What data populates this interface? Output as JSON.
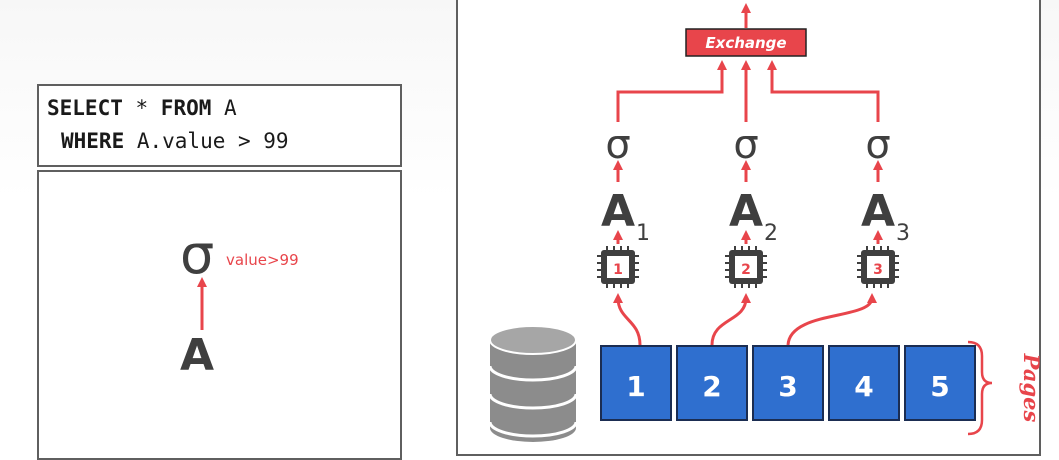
{
  "query": {
    "line1_kw1": "SELECT",
    "line1_mid": " * ",
    "line1_kw2": "FROM",
    "line1_end": " A",
    "line2_kw": "WHERE",
    "line2_end": " A.value > 99"
  },
  "logical_plan": {
    "sigma": "σ",
    "predicate": "value>99",
    "table": "A"
  },
  "exchange_label": "Exchange",
  "operators": [
    {
      "sigma": "σ",
      "table": "A",
      "sub": "1",
      "core": "1"
    },
    {
      "sigma": "σ",
      "table": "A",
      "sub": "2",
      "core": "2"
    },
    {
      "sigma": "σ",
      "table": "A",
      "sub": "3",
      "core": "3"
    }
  ],
  "pages": [
    "1",
    "2",
    "3",
    "4",
    "5"
  ],
  "pages_label": "Pages",
  "colors": {
    "accent_red": "#e8454b",
    "page_blue": "#2f6fcf",
    "dark_gray": "#3f3f3f",
    "db_gray": "#8c8c8c"
  },
  "icons": [
    "cpu-core-icon",
    "database-icon",
    "exchange-box-icon"
  ]
}
